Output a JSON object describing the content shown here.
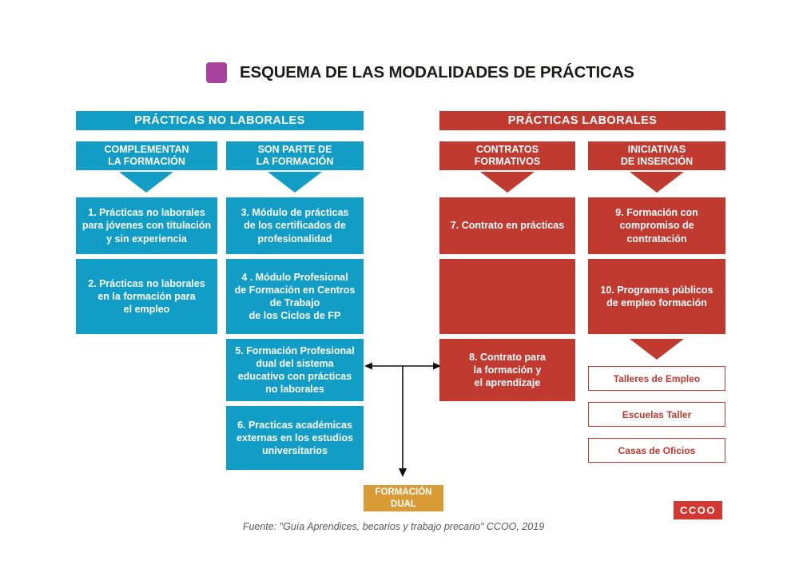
{
  "title": {
    "text": "ESQUEMA DE LAS MODALIDADES DE PRÁCTICAS",
    "bullet_color": "#a8449e"
  },
  "colors": {
    "teal": "#129dc6",
    "red": "#c13a30",
    "orange": "#d99b35",
    "purple": "#a8449e",
    "logo_red": "#d23730"
  },
  "nolaborales": {
    "header": "PRÁCTICAS NO LABORALES",
    "sub1": "COMPLEMENTAN\nLA FORMACIÓN",
    "sub2": "SON PARTE DE\nLA FORMACIÓN",
    "box1": "1. Prácticas no laborales\npara jóvenes con titulación\ny sin experiencia",
    "box2": "2. Prácticas no laborales\nen  la formación para\nel empleo",
    "box3": "3. Módulo de prácticas\nde los certificados de\nprofesionalidad",
    "box4": "4 . Módulo Profesional\nde Formación en Centros\nde Trabajo\nde los  Ciclos de FP",
    "box5": "5. Formación Profesional\ndual del sistema\neducativo con prácticas\nno laborales",
    "box6": "6. Practicas académicas\nexternas en los estudios\nuniversitarios"
  },
  "laborales": {
    "header": "PRÁCTICAS LABORALES",
    "sub1": "CONTRATOS\nFORMATIVOS",
    "sub2": "INICIATIVAS\nDE INSERCIÓN",
    "box7": "7. Contrato en prácticas",
    "box8": "8. Contrato para\nla formación y\nel aprendizaje",
    "box9": "9. Formación con\ncompromiso de\ncontratación",
    "box10": "10. Programas públicos\nde empleo formación",
    "outlined": [
      "Talleres de Empleo",
      "Escuelas Taller",
      "Casas de Oficios"
    ]
  },
  "formacion_dual": "FORMACIÓN\nDUAL",
  "source": "Fuente: \"Guía Aprendices, becarios y trabajo precario\" CCOO, 2019",
  "logo": "CCOO"
}
